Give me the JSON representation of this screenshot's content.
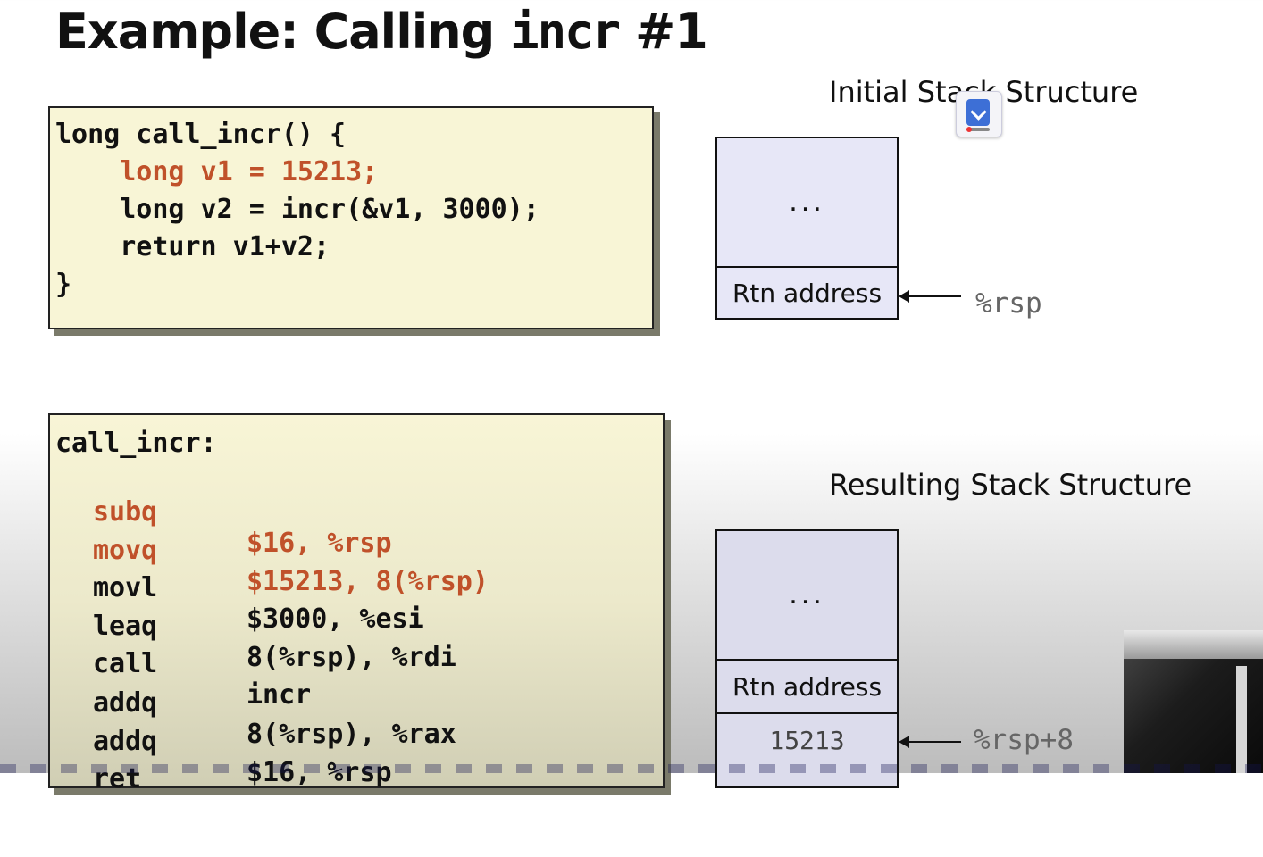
{
  "slide": {
    "title_prefix": "Example: Calling ",
    "title_code": "incr",
    "title_suffix": " #1"
  },
  "c_code": {
    "line1": "long call_incr() {",
    "line2": "    long v1 = 15213;",
    "line3": "    long v2 = incr(&v1, 3000);",
    "line4": "    return v1+v2;",
    "line5": "}"
  },
  "asm_code": {
    "label": "call_incr:",
    "instructions": [
      {
        "op": "subq",
        "arg": "$16, %rsp"
      },
      {
        "op": "movq",
        "arg": "$15213, 8(%rsp)"
      },
      {
        "op": "movl",
        "arg": "$3000, %esi"
      },
      {
        "op": "leaq",
        "arg": "8(%rsp), %rdi"
      },
      {
        "op": "call",
        "arg": "incr"
      },
      {
        "op": "addq",
        "arg": "8(%rsp), %rax"
      },
      {
        "op": "addq",
        "arg": "$16, %rsp"
      },
      {
        "op": "ret",
        "arg": ""
      }
    ]
  },
  "initial_stack": {
    "label": "Initial Stack Structure",
    "top_cell": "...",
    "rtn_cell": "Rtn address",
    "pointer": "%rsp"
  },
  "resulting_stack": {
    "label": "Resulting Stack Structure",
    "top_cell": "...",
    "rtn_cell": "Rtn address",
    "value_cell": "15213",
    "pointer": "%rsp+8"
  },
  "colors": {
    "highlight": "#c0512a",
    "code_bg": "#f8f5d6",
    "stack_bg": "#e7e7f7"
  },
  "icons": {
    "overlay": "bookmark-download-icon"
  }
}
